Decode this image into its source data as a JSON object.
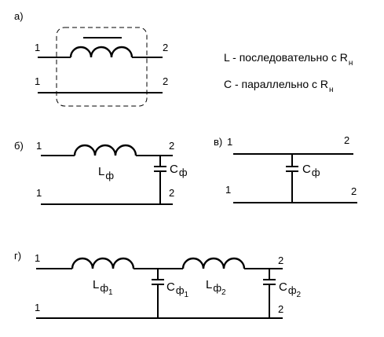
{
  "terminals": {
    "one": "1",
    "two": "2"
  },
  "section_a": {
    "label": "а)"
  },
  "section_b": {
    "label": "б)"
  },
  "section_v": {
    "label": "в)"
  },
  "section_g": {
    "label": "г)"
  },
  "symbols": {
    "L": "L",
    "C": "C",
    "phi": "ф",
    "sub_one": "1",
    "sub_two": "2"
  },
  "notes": {
    "l_text": "L - последовательно с R",
    "c_text": "С - параллельно с R",
    "load_sub": "н"
  }
}
